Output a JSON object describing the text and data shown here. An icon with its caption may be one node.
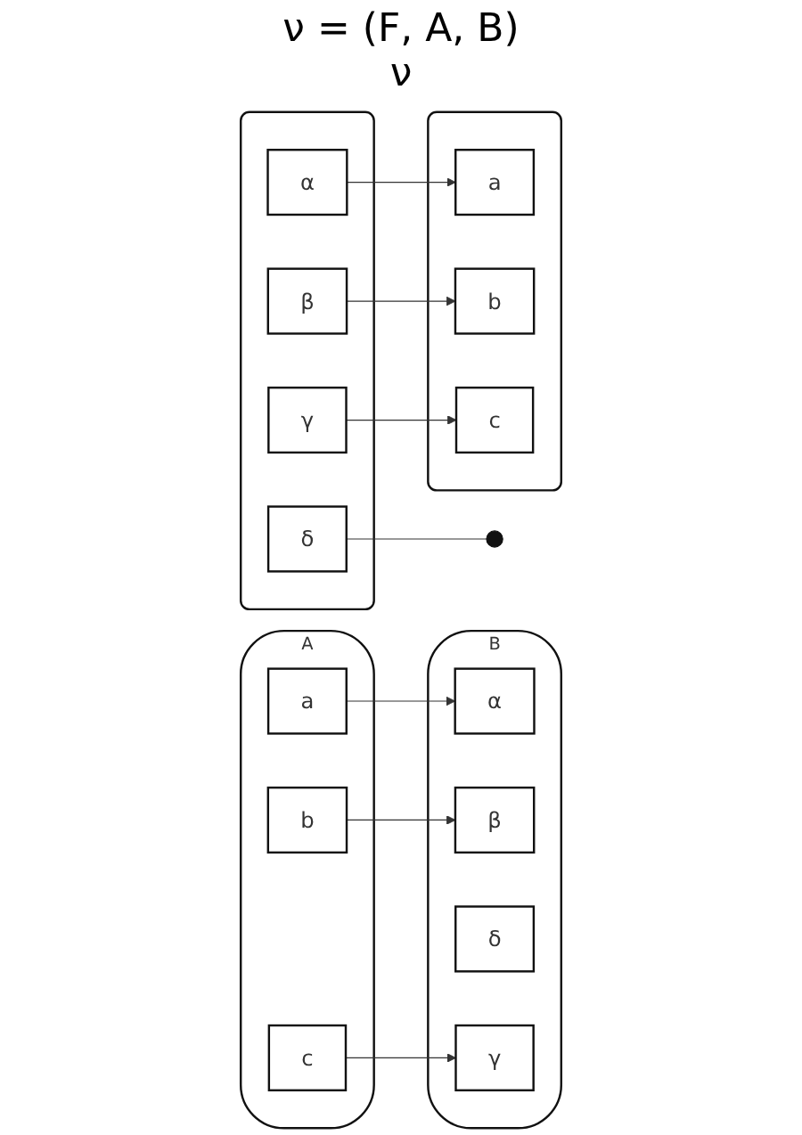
{
  "diagram": {
    "nodes": [
      {
        "text": [
          "A"
        ]
      },
      {
        "text": [
          "a"
        ],
        "in": 0
      },
      {
        "text": [
          "b"
        ],
        "in": 0
      },
      {
        "text": [
          "c"
        ],
        "in": 0
      },
      {
        "text": [
          "B"
        ]
      },
      {
        "text": [
          "α"
        ],
        "in": 4
      },
      {
        "text": [
          "β"
        ],
        "in": 4
      },
      {
        "text": [
          "δ"
        ],
        "in": 4
      },
      {
        "text": [
          "γ"
        ],
        "in": 4
      },
      {
        "text": [],
        "shape": "box"
      },
      {
        "text": [
          "a"
        ],
        "in": 9
      },
      {
        "text": [
          "b"
        ],
        "in": 9
      },
      {
        "text": [
          "c"
        ],
        "in": 9
      },
      {
        "text": [],
        "shape": "box"
      },
      {
        "text": [
          "α"
        ],
        "in": 13
      },
      {
        "text": [
          "β"
        ],
        "in": 13
      },
      {
        "text": [
          "δ"
        ],
        "in": 13
      },
      {
        "text": [
          "γ"
        ],
        "in": 13
      },
      {
        "text": [],
        "shape": "circle"
      }
    ],
    "edges": [
      {
        "from": 1,
        "to": 5,
        "arrow": "to"
      },
      {
        "from": 2,
        "to": 6,
        "arrow": "to"
      },
      {
        "from": 3,
        "to": 8,
        "arrow": "to"
      },
      {
        "from": 14,
        "to": 10,
        "arrow": "to"
      },
      {
        "from": 15,
        "to": 11,
        "arrow": "to"
      },
      {
        "from": 17,
        "to": 12,
        "arrow": "to"
      },
      {
        "from": 16,
        "to": 18,
        "arrow": "none"
      }
    ],
    "labels": [
      "ν = (F, A, B)",
      "ν"
    ]
  }
}
